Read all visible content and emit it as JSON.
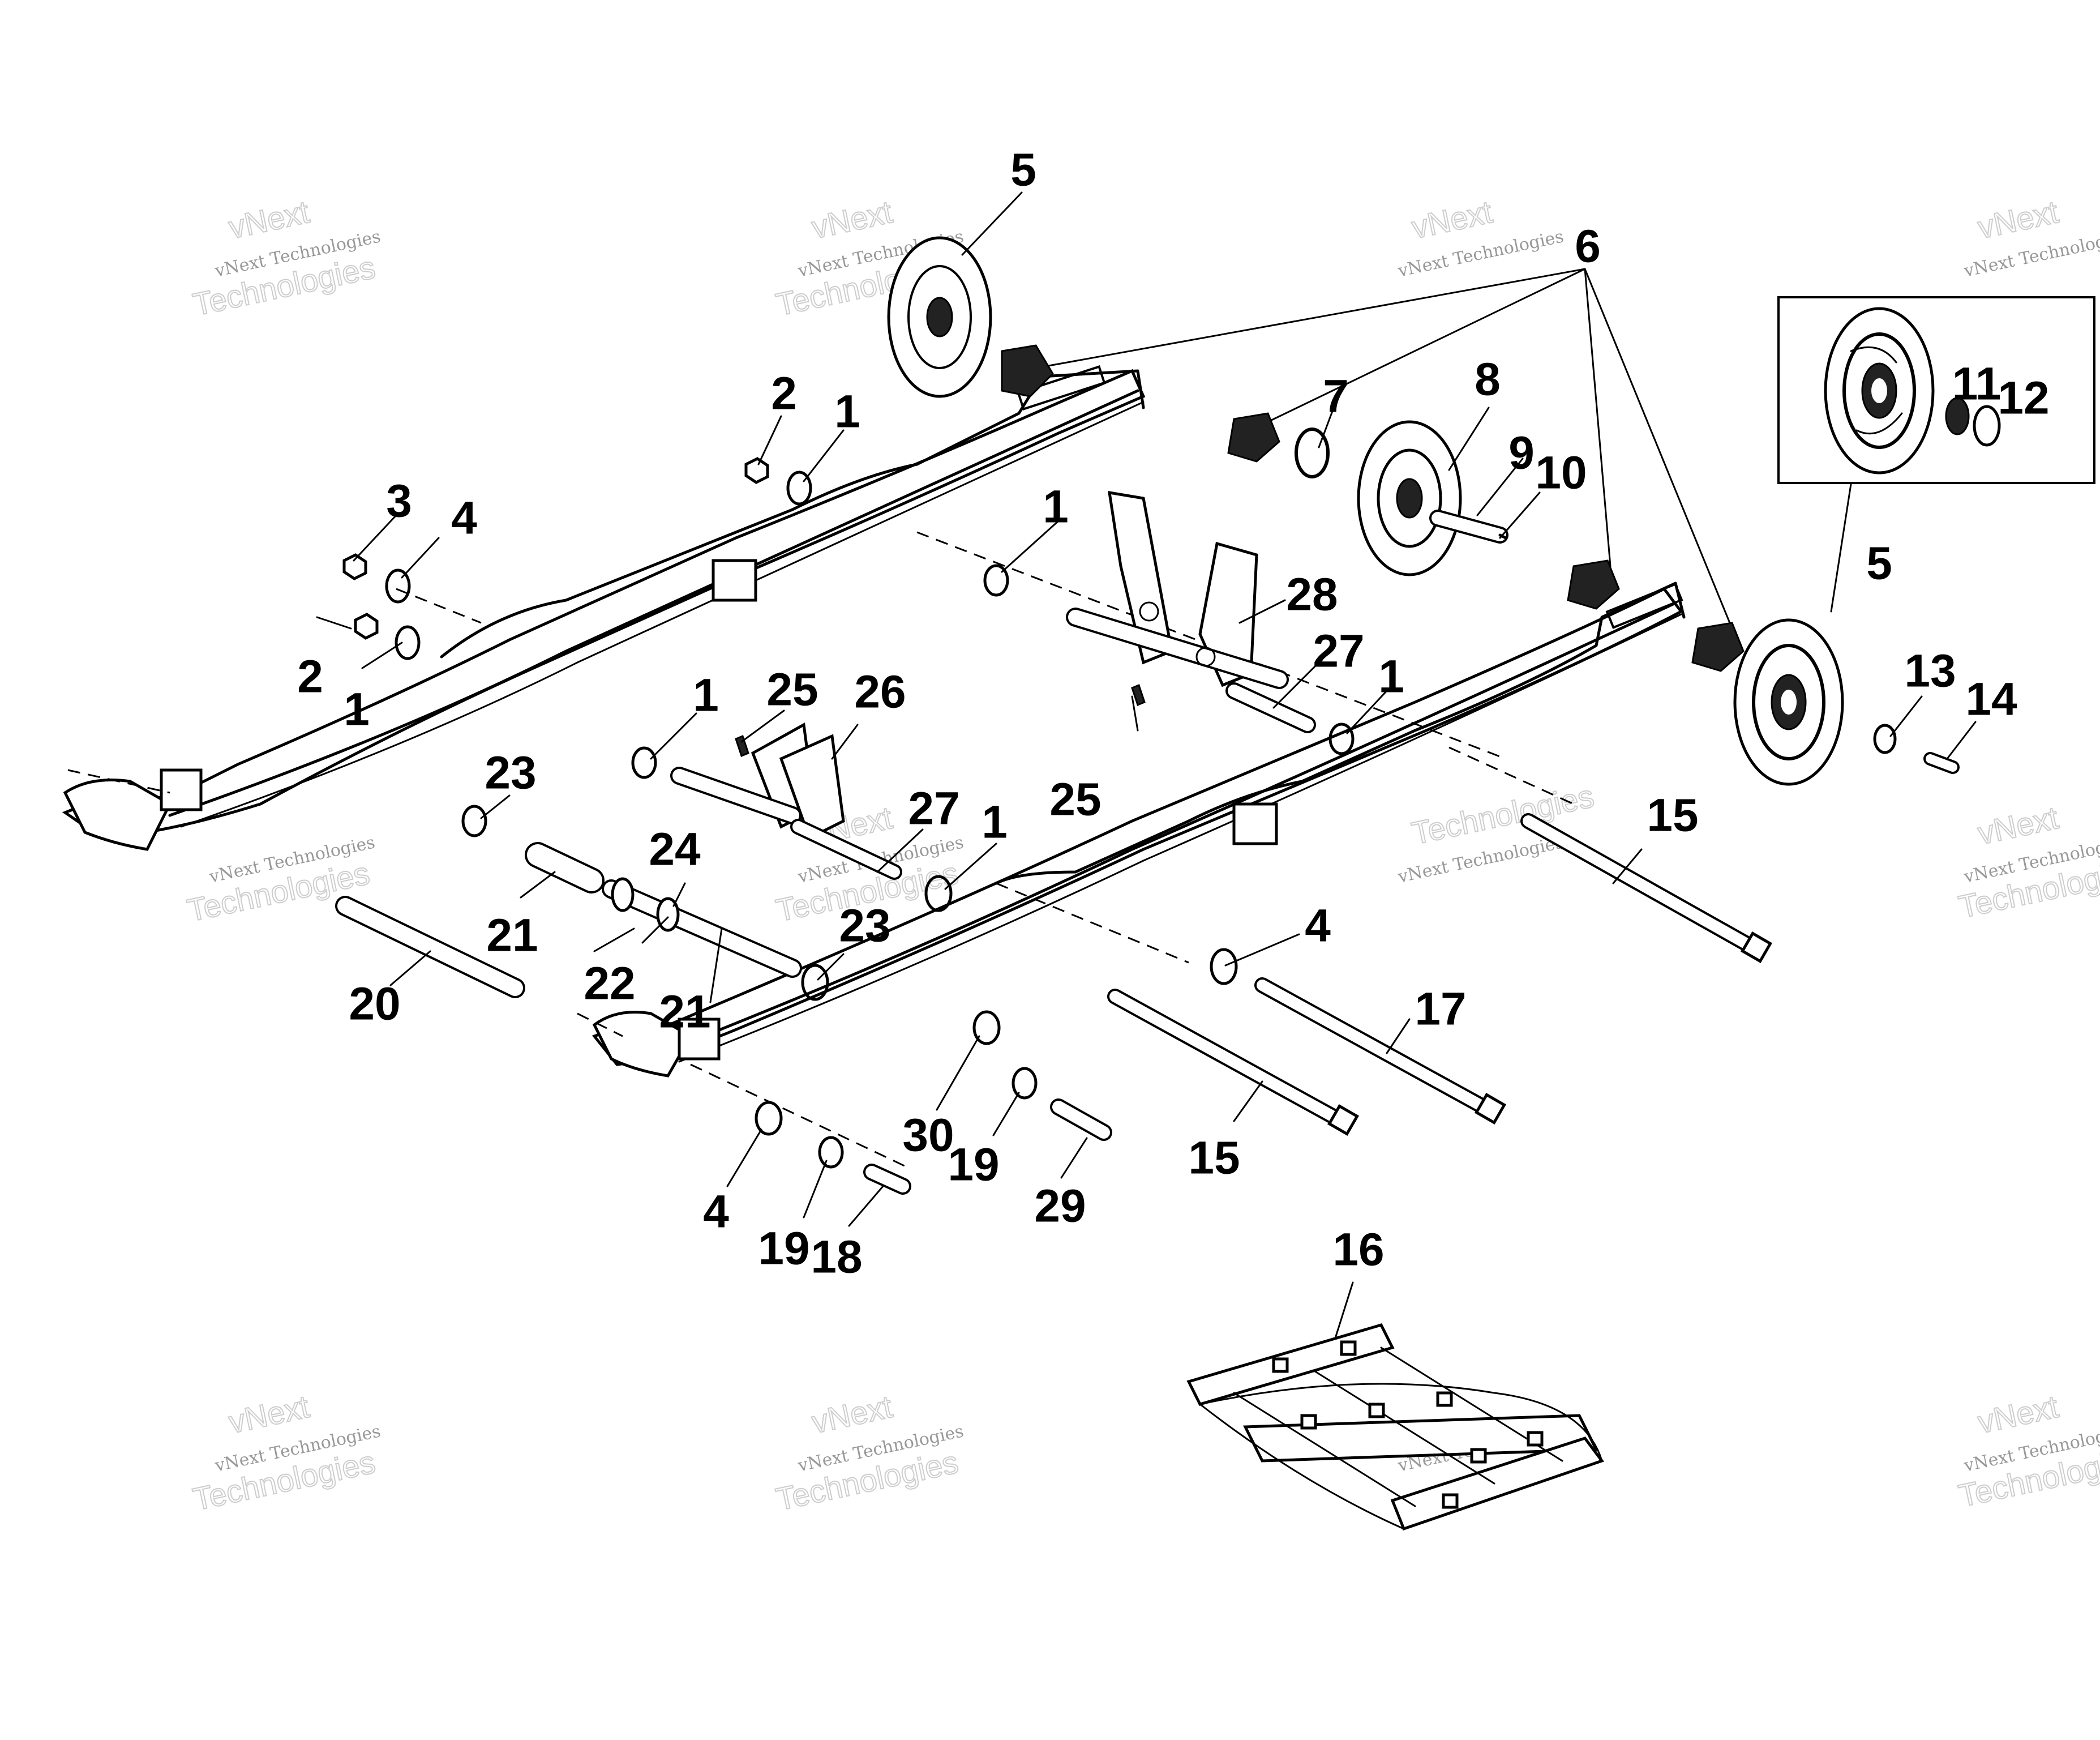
{
  "labels": {
    "l5a": "5",
    "l6": "6",
    "l5b": "5",
    "l2a": "2",
    "l1a": "1",
    "l3": "3",
    "l4a": "4",
    "l7": "7",
    "l8": "8",
    "l9": "9",
    "l10": "10",
    "l11": "11",
    "l12": "12",
    "l1b": "1",
    "l28": "28",
    "l27a": "27",
    "l1c": "1",
    "l2b": "2",
    "l1d": "1",
    "l1e": "1",
    "l25a": "25",
    "l26": "26",
    "l13": "13",
    "l14": "14",
    "l25b": "25",
    "l23a": "23",
    "l27b": "27",
    "l1f": "1",
    "l15a": "15",
    "l24": "24",
    "l21a": "21",
    "l23b": "23",
    "l4b": "4",
    "l20": "20",
    "l22": "22",
    "l21b": "21",
    "l17": "17",
    "l30": "30",
    "l19a": "19",
    "l15b": "15",
    "l29": "29",
    "l4c": "4",
    "l19b": "19",
    "l18": "18",
    "l16": "16"
  },
  "watermark": {
    "line1": "vNext",
    "line2": "vNext Technologies",
    "line3": "Technologies"
  }
}
